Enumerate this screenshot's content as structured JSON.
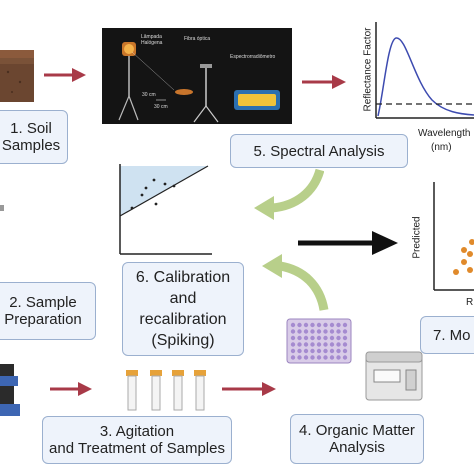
{
  "steps": [
    {
      "id": "step1",
      "lines": [
        "1. Soil",
        "Samples"
      ]
    },
    {
      "id": "step2",
      "lines": [
        "2. Sample",
        "Preparation"
      ]
    },
    {
      "id": "step3",
      "lines": [
        "3. Agitation",
        "and",
        "Treatment of Samples"
      ]
    },
    {
      "id": "step4",
      "lines": [
        "4. Organic Matter",
        "Analysis"
      ]
    },
    {
      "id": "step5",
      "lines": [
        "5. Spectral Analysis"
      ]
    },
    {
      "id": "step6",
      "lines": [
        "6. Calibration",
        "and",
        "recalibration",
        "(Spiking)"
      ]
    },
    {
      "id": "step7",
      "lines": [
        "7. Mo"
      ]
    }
  ],
  "spectrum_plot": {
    "ylabel": "Reflectance Factor",
    "xlabel_line1": "Wavelength",
    "xlabel_line2": "(nm)"
  },
  "prediction_plot": {
    "ylabel": "Predicted",
    "xlabel_fragment": "R"
  },
  "photo_labels": {
    "lamp": "Lâmpada\nHalógena",
    "fiber": "Fibra óptica",
    "spectro": "Espectrorradiômetro",
    "dist1": "30 cm",
    "dist2": "30 cm"
  },
  "colors": {
    "box_fill": "#eef3fb",
    "box_border": "#9bb0cf",
    "red_arrow": "#a83a48",
    "green_arrow": "#b8cf8a",
    "black_arrow": "#111111",
    "spectrum_curve": "#3d4bb0",
    "calib_fill": "#cfe2f1",
    "pred_points": "#e08a2b"
  }
}
